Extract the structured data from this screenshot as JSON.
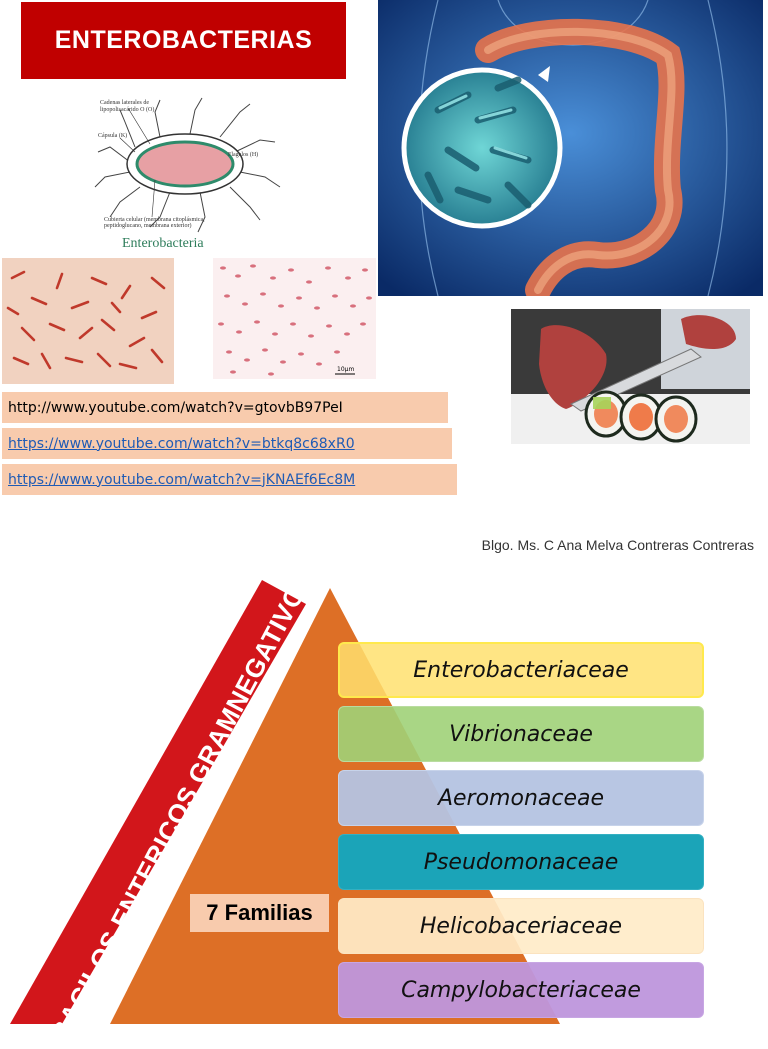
{
  "title": "ENTEROBACTERIAS",
  "diagram": {
    "labels": [
      "Cadenas laterales de",
      "lipopolisacárido O (O)",
      "Cápsula (K)",
      "Flagelos (H)",
      "Cubierta celular (membrana citoplásmica,",
      "peptidoglucano, membrana exterior)"
    ],
    "caption": "Enterobacteria"
  },
  "micrograph_scale": "10µm",
  "links": [
    "http://www.youtube.com/watch?v=gtovbB97PeI",
    "https://www.youtube.com/watch?v=btkq8c68xR0",
    "https://www.youtube.com/watch?v=jKNAEf6Ec8M"
  ],
  "author": "Blgo. Ms. C Ana Melva Contreras Contreras",
  "ribbon_text": "BACILOS ENTERICOS GRAMNEGATIVOS:",
  "families_label": "7 Familias",
  "families": [
    "Enterobacteriaceae",
    "Vibrionaceae",
    "Aeromonaceae",
    "Pseudomonaceae",
    "Helicobaceriaceae",
    "Campylobacteriaceae"
  ]
}
